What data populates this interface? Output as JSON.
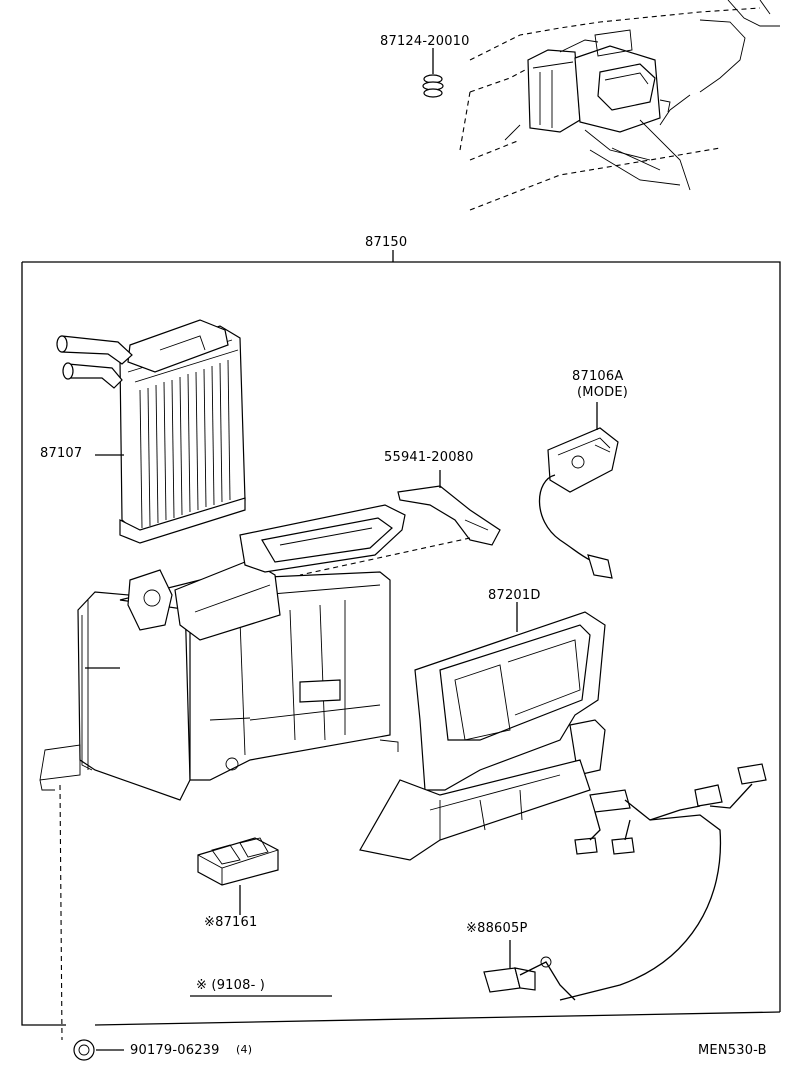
{
  "labels": {
    "p87124": "87124-20010",
    "p87150": "87150",
    "p87107": "87107",
    "p87106a": "87106A",
    "p87106a_note": "(MODE)",
    "p55941": "55941-20080",
    "p87201d": "87201D",
    "p87161": "※87161",
    "p88605p": "※88605P",
    "date_note": "※ (9108-        )",
    "p90179": "90179-06239",
    "p90179_qty": "(4)",
    "diagram_code": "MEN530-B"
  }
}
